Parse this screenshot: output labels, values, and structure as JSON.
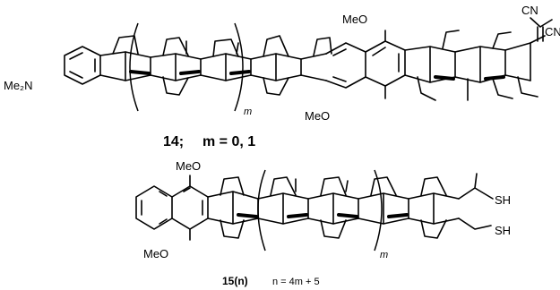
{
  "compound1": {
    "amine_label": "Me₂N",
    "methoxy_top": "MeO",
    "methoxy_bottom": "MeO",
    "cyano_1": "CN",
    "cyano_2": "CN",
    "repeat_subscript": "m",
    "caption_number": "14;",
    "caption_condition": "m = 0, 1"
  },
  "compound2": {
    "methoxy_top": "MeO",
    "methoxy_bottom": "MeO",
    "thiol_1": "SH",
    "thiol_2": "SH",
    "repeat_subscript": "m",
    "caption_number": "15(n)",
    "caption_condition": "n = 4m + 5"
  }
}
